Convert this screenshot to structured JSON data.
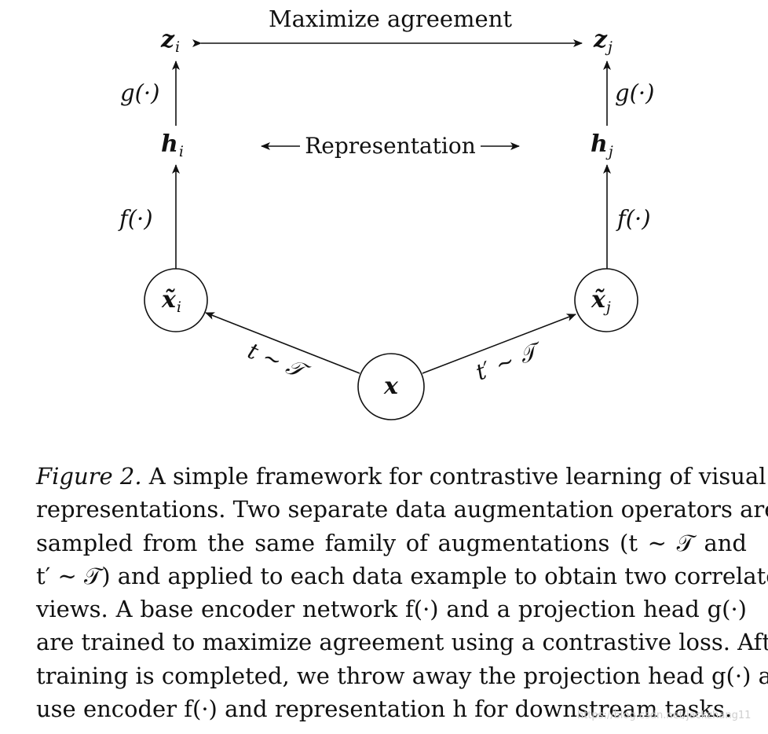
{
  "diagram": {
    "top_label": "Maximize agreement",
    "mid_label": "Representation",
    "nodes": {
      "z_i": {
        "base": "z",
        "sub": "i"
      },
      "z_j": {
        "base": "z",
        "sub": "j"
      },
      "h_i": {
        "base": "h",
        "sub": "i"
      },
      "h_j": {
        "base": "h",
        "sub": "j"
      },
      "xt_i": {
        "base": "x̃",
        "sub": "i"
      },
      "xt_j": {
        "base": "x̃",
        "sub": "j"
      },
      "x": {
        "base": "x"
      }
    },
    "g_label": "g(·)",
    "f_label": "f(·)",
    "aug_left": "t ∼ 𝒯",
    "aug_right": "t′ ∼ 𝒯"
  },
  "caption": {
    "label": "Figure 2.",
    "lines": [
      " A simple framework for contrastive learning of visual",
      "representations.  Two separate data augmentation operators are",
      "sampled from the same family of augmentations (t ∼ 𝒯 and",
      "t′ ∼ 𝒯) and applied to each data example to obtain two correlated",
      "views.  A base encoder network f(·) and a projection head g(·)",
      "are trained to maximize agreement using a contrastive loss. After",
      "training is completed, we throw away the projection head g(·) and",
      "use encoder f(·) and representation h for downstream tasks."
    ]
  },
  "watermark": "https://blog.csdn.net/jackzhang11"
}
